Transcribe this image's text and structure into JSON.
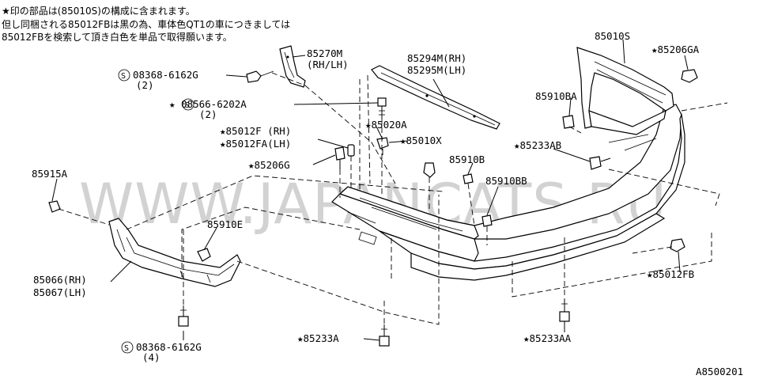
{
  "notes": [
    "★印の部品は(85010S)の構成に含まれます。",
    "但し同梱される85012FBは黒の為、車体色QT1の車につきましては",
    "85012FBを検索して頂き白色を単品で取得願います。"
  ],
  "watermark": "WWW.JAPANCATS.RU",
  "diagram_code": "A8500201",
  "callouts": {
    "c_85270m": "85270M",
    "c_85270m_sub": "(RH/LH)",
    "c_08368_top": "08368-6162G",
    "c_08368_top_qty": "(2)",
    "c_08566": "★ 08566-6202A",
    "c_08566_qty": "(2)",
    "c_85294m": "85294M(RH)",
    "c_85295m": "85295M(LH)",
    "c_85010s": "85010S",
    "c_85206ga": "★85206GA",
    "c_85020a": "★85020A",
    "c_85010x": "★85010X",
    "c_85012f": "★85012F  (RH)",
    "c_85012fa": "★85012FA(LH)",
    "c_85910ba": "85910BA",
    "c_85233ab": "★85233AB",
    "c_85206g": "★85206G",
    "c_85910b": "85910B",
    "c_85915a": "85915A",
    "c_85910bb": "85910BB",
    "c_85910e": "85910E",
    "c_85066": "85066(RH)",
    "c_85067": "85067(LH)",
    "c_85012fb": "★85012FB",
    "c_08368_bot": "08368-6162G",
    "c_08368_bot_qty": "(4)",
    "c_85233a": "★85233A",
    "c_85233aa": "★85233AA"
  },
  "icons": {
    "screw_symbol": "circled-s-icon",
    "fastener": "clip-fastener-icon",
    "bolt": "bolt-icon"
  }
}
